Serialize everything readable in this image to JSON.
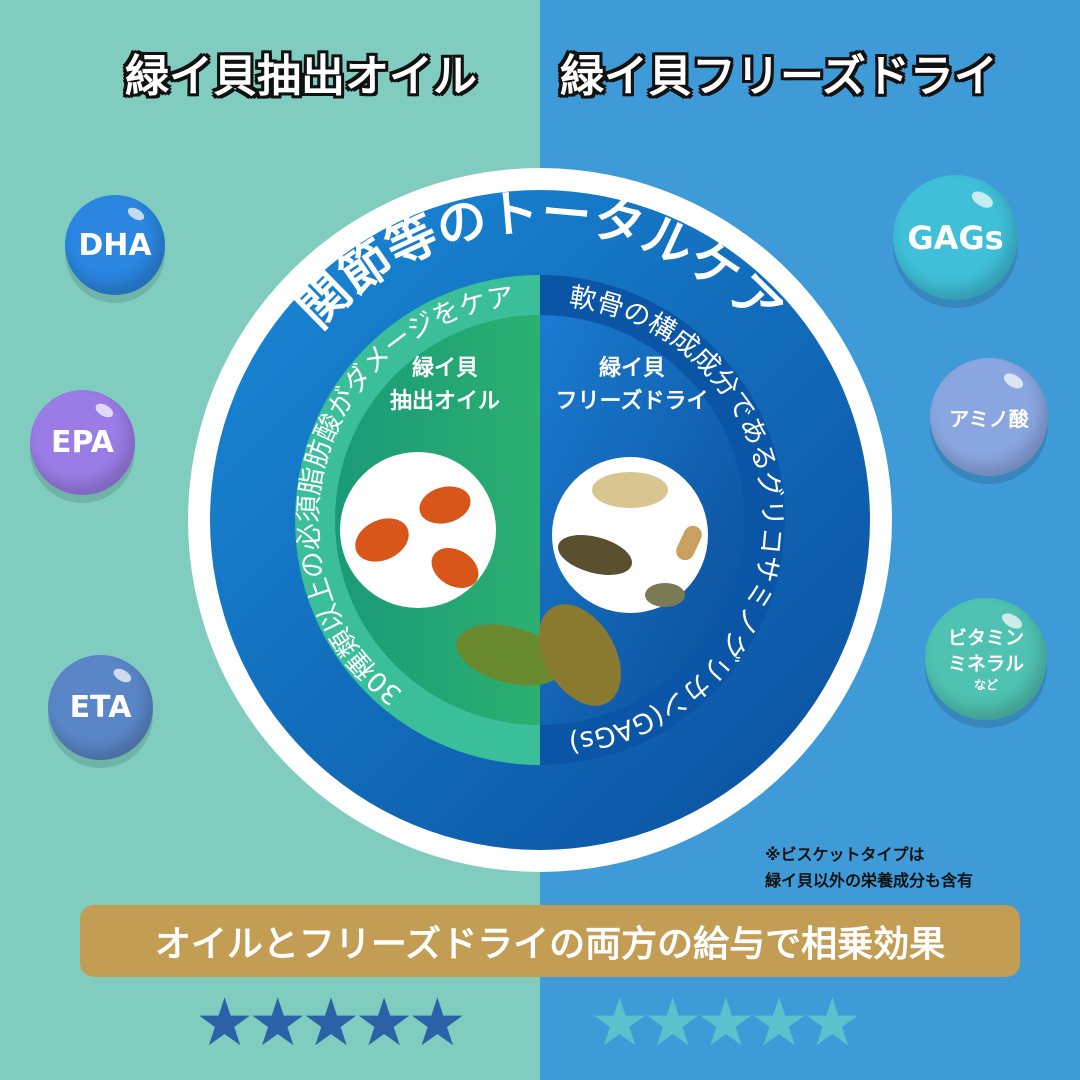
{
  "headers": {
    "left": "緑イ貝抽出オイル",
    "right": "緑イ貝フリーズドライ"
  },
  "left_bubbles": [
    {
      "label": "DHA",
      "color": "#2a86e0"
    },
    {
      "label": "EPA",
      "color": "#9a7ce6"
    },
    {
      "label": "ETA",
      "color": "#5a86c8"
    }
  ],
  "right_bubbles": [
    {
      "label": "GAGs",
      "color": "#3fbfd8"
    },
    {
      "label": "アミノ酸",
      "color": "#8aa6e0"
    },
    {
      "label": "ビタミン",
      "label2": "ミネラル",
      "label3": "など",
      "color": "#4fc2b2"
    }
  ],
  "circle": {
    "outer_title": "関節等のトータルケア",
    "left_arc": "30種類以上の必須脂肪酸がダメージをケア",
    "right_arc": "軟骨の構成成分であるグリコサミノグリカン(GAGs)",
    "left_label_1": "緑イ貝",
    "left_label_2": "抽出オイル",
    "right_label_1": "緑イ貝",
    "right_label_2": "フリーズドライ"
  },
  "note": {
    "line1": "※ビスケットタイプは",
    "line2": "緑イ貝以外の栄養成分も含有"
  },
  "banner": "オイルとフリーズドライの両方の給与で相乗効果",
  "ratings": {
    "left": {
      "stars": 5,
      "max": 5,
      "color": "#2a62a8"
    },
    "right": {
      "stars": 5,
      "max": 5,
      "color": "#5cc1cc"
    }
  },
  "colors": {
    "left_bg": "#80cdc0",
    "right_bg": "#3f9ad8",
    "banner": "#c49d55"
  }
}
